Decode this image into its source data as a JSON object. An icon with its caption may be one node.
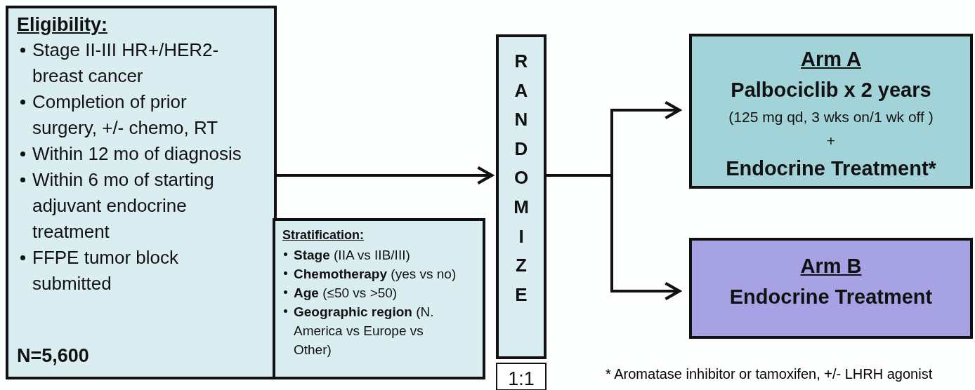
{
  "diagram": {
    "nodes": [
      {
        "text": [
          "Eligibility:",
          "Stage II-III HR+/HER2- breast cancer",
          "Completion of prior surgery, +/- chemo, RT",
          "Within 12 mo of diagnosis",
          "Within 6 mo of starting adjuvant endocrine treatment",
          "FFPE tumor block submitted",
          "N=5,600"
        ]
      },
      {
        "text": [
          "Stratification:",
          "**Stage** (IIA vs IIB/III)",
          "**Chemotherapy** (yes vs no)",
          "**Age** (≤50 vs >50)",
          "**Geographic region** (N. America vs Europe vs Other)"
        ]
      },
      {
        "text": [
          "RANDOMIZE"
        ]
      },
      {
        "text": [
          "Arm A",
          "Palbociclib x 2 years",
          "(125 mg qd, 3 wks on/1 wk off )",
          "+",
          "Endocrine Treatment*"
        ]
      },
      {
        "text": [
          "Arm B",
          "Endocrine Treatment"
        ]
      },
      {
        "text": [
          "1:1"
        ]
      }
    ],
    "edges": [
      {
        "from": 0,
        "to": 2,
        "arrow": "to"
      },
      {
        "from": 2,
        "to": 3,
        "arrow": "to"
      },
      {
        "from": 2,
        "to": 4,
        "arrow": "to"
      }
    ],
    "labels": [
      "* Aromatase inhibitor or tamoxifen, +/- LHRH agonist"
    ]
  }
}
